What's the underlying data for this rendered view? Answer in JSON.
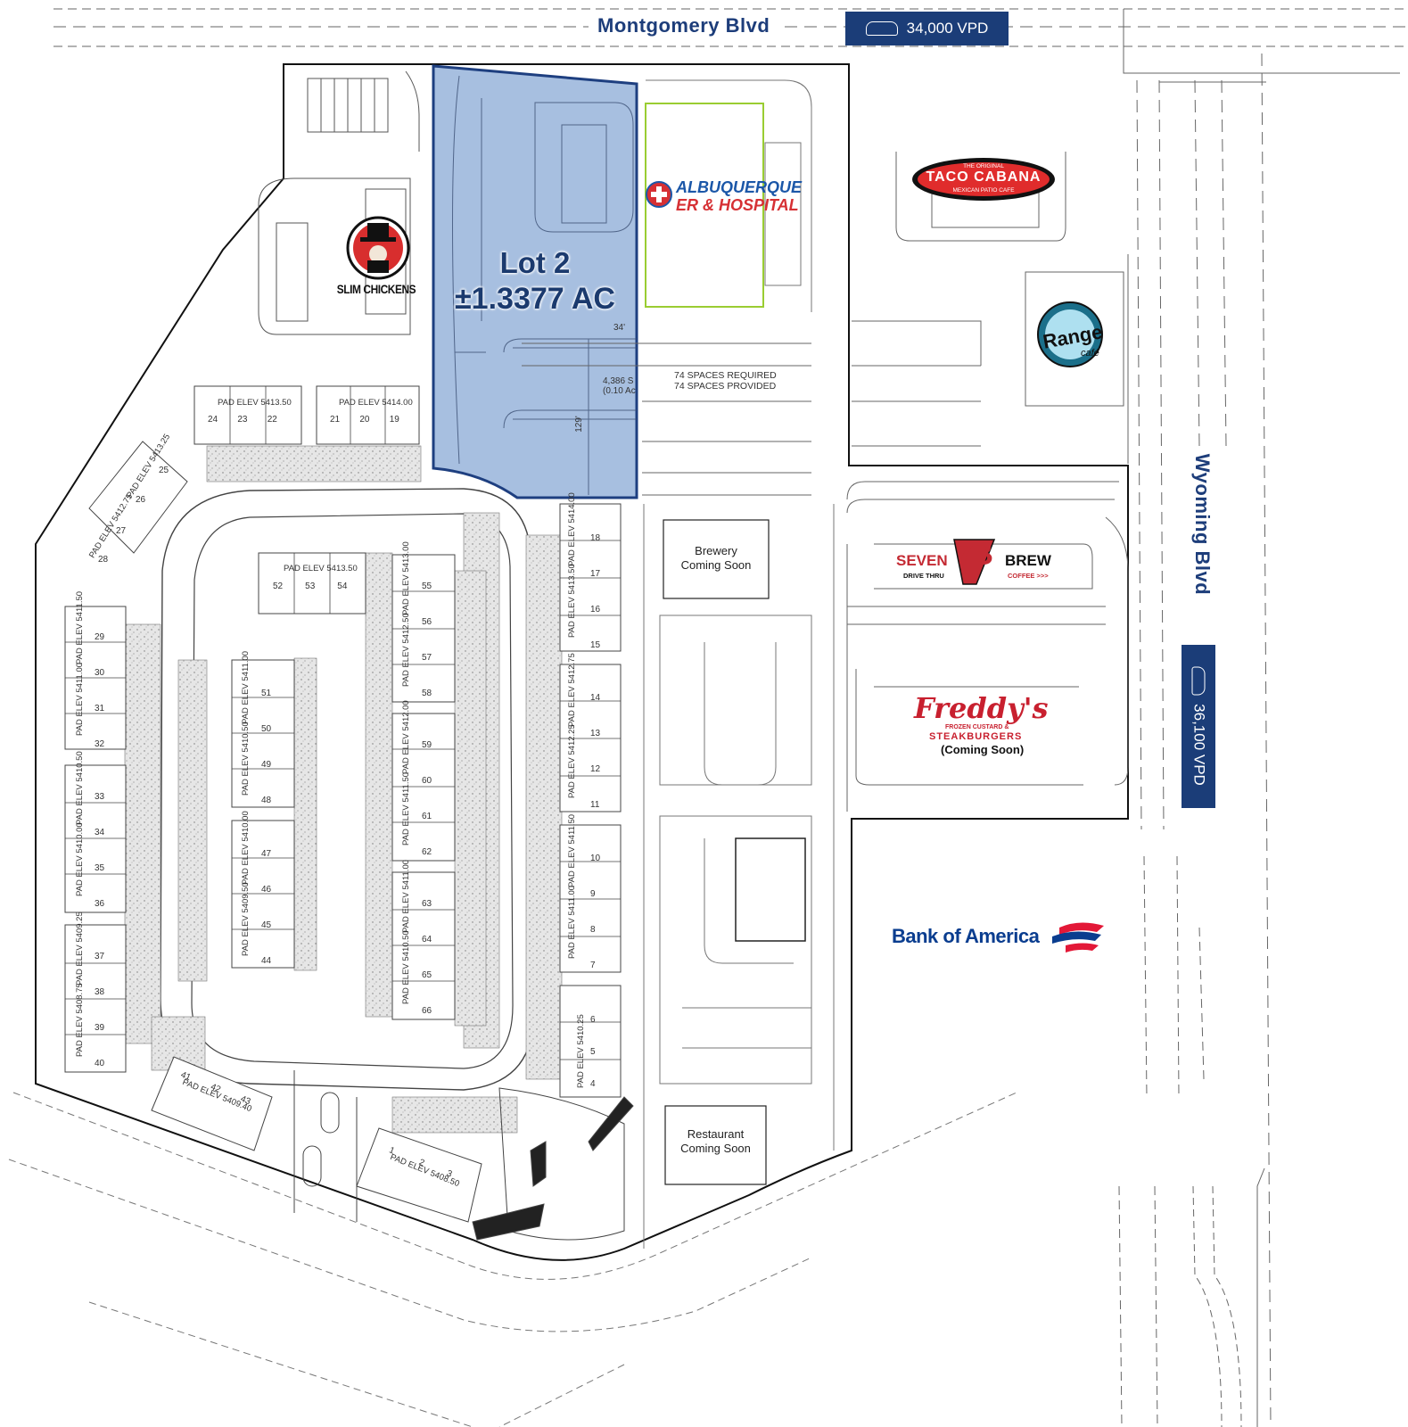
{
  "roads": {
    "north": "Montgomery Blvd",
    "east": "Wyoming Blvd"
  },
  "traffic": {
    "north_vpd": "34,000 VPD",
    "east_vpd": "36,100 VPD",
    "icon": "car-icon"
  },
  "lot": {
    "name": "Lot 2",
    "acreage": "±1.3377 AC",
    "highlight_color": "#8aaad6",
    "border_color": "#1e3f80",
    "dim_top": "34'",
    "dim_side": "129'",
    "pad_area": "4,386 S",
    "pad_acres": "(0.10 Ac"
  },
  "parking": {
    "required": "74 SPACES REQUIRED",
    "provided": "74 SPACES PROVIDED"
  },
  "tenants": {
    "slim_chickens": "SLIM CHICKENS",
    "er_line1": "ALBUQUERQUE",
    "er_line2": "ER & HOSPITAL",
    "taco_top": "THE ORIGINAL",
    "taco_main": "TACO CABANA",
    "taco_sub": "MEXICAN PATIO CAFE",
    "range_main": "Range",
    "range_sub": "café",
    "seven_left": "SEVEN",
    "seven_num": "7B",
    "seven_right": "BREW",
    "seven_drive": "DRIVE THRU",
    "seven_coffee": "COFFEE >>>",
    "freddys_main": "Freddy's",
    "freddys_sub1": "FROZEN CUSTARD &",
    "freddys_sub2": "STEAKBURGERS",
    "freddys_status": "(Coming Soon)",
    "boa": "Bank of America",
    "brewery_line1": "Brewery",
    "brewery_line2": "Coming Soon",
    "restaurant_line1": "Restaurant",
    "restaurant_line2": "Coming Soon"
  },
  "pads": {
    "p24": "PAD ELEV 5413.50",
    "p21": "PAD ELEV 5414.00",
    "p52": "PAD ELEV 5413.50",
    "p25": "PAD ELEV 5413.25",
    "p27": "PAD ELEV 5412.75",
    "p29": "PAD ELEV 5411.50",
    "p31": "PAD ELEV 5411.00",
    "p33": "PAD ELEV 5410.50",
    "p35": "PAD ELEV 5410.00",
    "p37": "PAD ELEV 5409.25",
    "p39": "PAD ELEV 5408.75",
    "p51": "PAD ELEV 5411.00",
    "p49": "PAD ELEV 5410.50",
    "p47": "PAD ELEV 5410.00",
    "p45": "PAD ELEV 5409.50",
    "p55": "PAD ELEV 5413.00",
    "p57": "PAD ELEV 5412.50",
    "p59": "PAD ELEV 5412.00",
    "p61": "PAD ELEV 5411.50",
    "p63": "PAD ELEV 5411.00",
    "p65": "PAD ELEV 5410.50",
    "p17": "PAD ELEV 5414.00",
    "p15": "PAD ELEV 5413.50",
    "p13": "PAD ELEV 5412.75",
    "p11": "PAD ELEV 5412.25",
    "p9": "PAD ELEV 5411.50",
    "p7": "PAD ELEV 5411.00",
    "p5": "PAD ELEV 5410.25",
    "p41": "PAD ELEV 5409.40",
    "p1": "PAD ELEV 5408.50"
  }
}
